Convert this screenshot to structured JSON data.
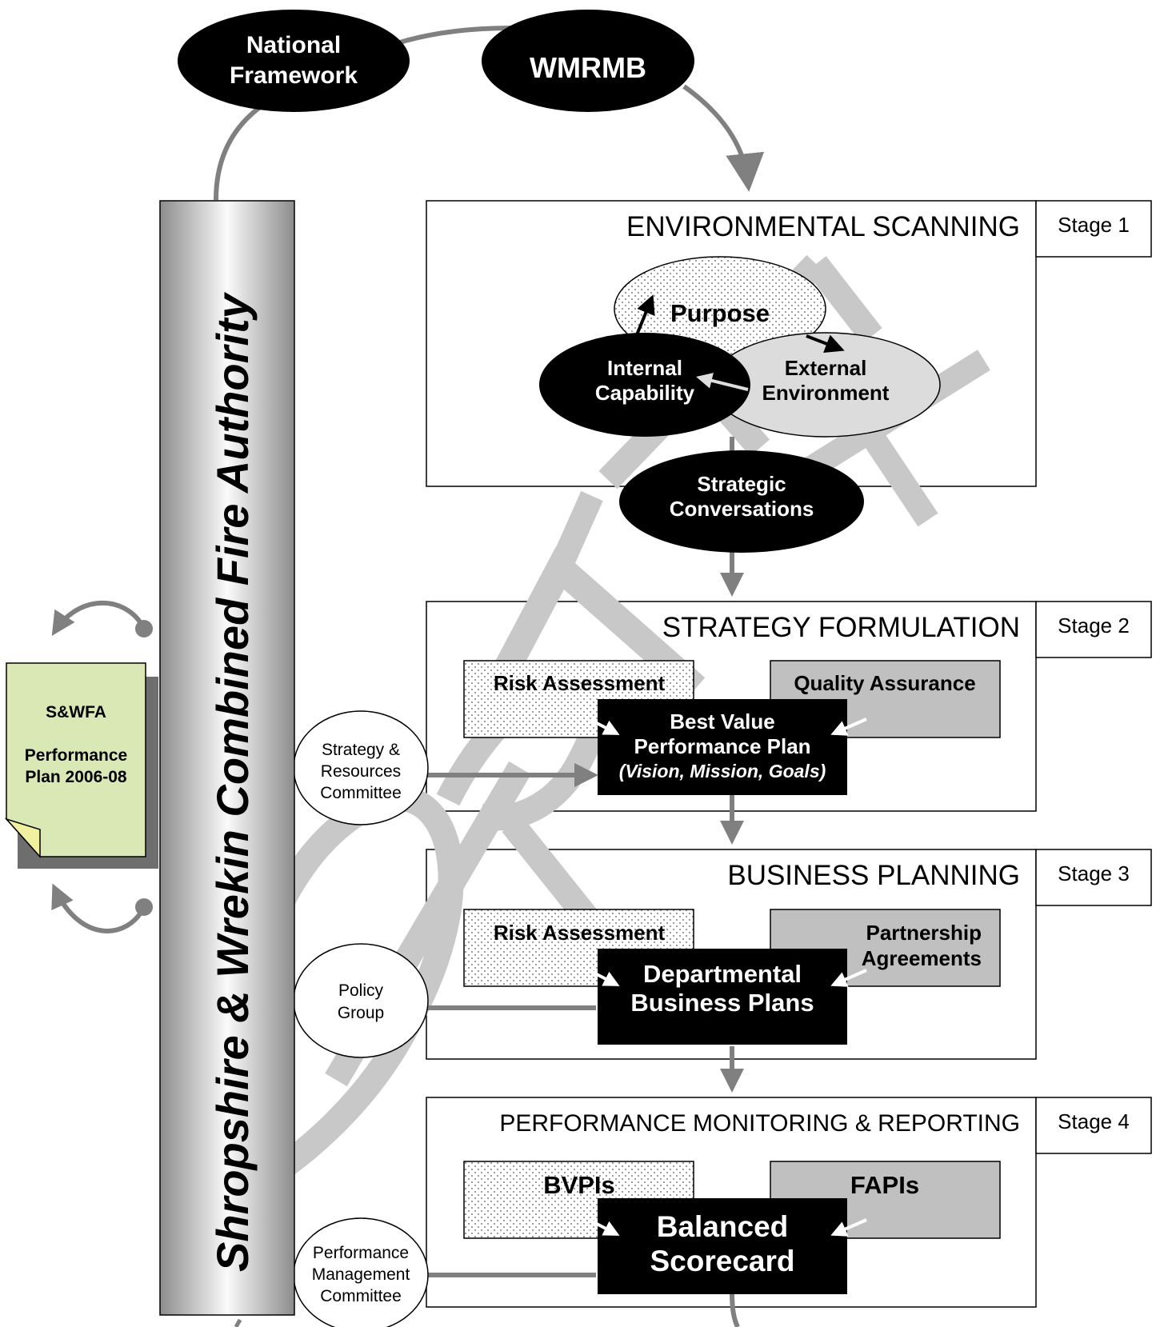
{
  "top": {
    "national_line1": "National",
    "national_line2": "Framework",
    "wmrmb": "WMRMB"
  },
  "authority_bar": {
    "label": "Shropshire & Wrekin Combined Fire Authority"
  },
  "watermark": {
    "text": "DRAFT"
  },
  "document": {
    "line1": "S&WFA",
    "line2": "Performance",
    "line3": "Plan 2006-08",
    "fill_color": "#d9e8b4"
  },
  "stages": [
    {
      "stage_label": "Stage 1",
      "title": "ENVIRONMENTAL SCANNING",
      "purpose": "Purpose",
      "internal_line1": "Internal",
      "internal_line2": "Capability",
      "external_line1": "External",
      "external_line2": "Environment",
      "conversations_line1": "Strategic",
      "conversations_line2": "Conversations"
    },
    {
      "stage_label": "Stage 2",
      "title": "STRATEGY FORMULATION",
      "left_box": "Risk Assessment",
      "right_box": "Quality Assurance",
      "center_line1": "Best Value",
      "center_line2": "Performance Plan",
      "center_line3": "(Vision, Mission, Goals)",
      "committee_line1": "Strategy &",
      "committee_line2": "Resources",
      "committee_line3": "Committee"
    },
    {
      "stage_label": "Stage 3",
      "title": "BUSINESS PLANNING",
      "left_box": "Risk Assessment",
      "right_line1": "Partnership",
      "right_line2": "Agreements",
      "center_line1": "Departmental",
      "center_line2": "Business Plans",
      "committee_line1": "Policy",
      "committee_line2": "Group"
    },
    {
      "stage_label": "Stage 4",
      "title": "PERFORMANCE MONITORING & REPORTING",
      "left_box": "BVPIs",
      "right_box": "FAPIs",
      "center_line1": "Balanced",
      "center_line2": "Scorecard",
      "committee_line1": "Performance",
      "committee_line2": "Management",
      "committee_line3": "Committee"
    }
  ],
  "colors": {
    "black": "#000000",
    "arrow_gray": "#808080",
    "box_gray": "#c0c0c0",
    "light_gray": "#dcdcdc",
    "watermark": "#c8c8c8"
  }
}
